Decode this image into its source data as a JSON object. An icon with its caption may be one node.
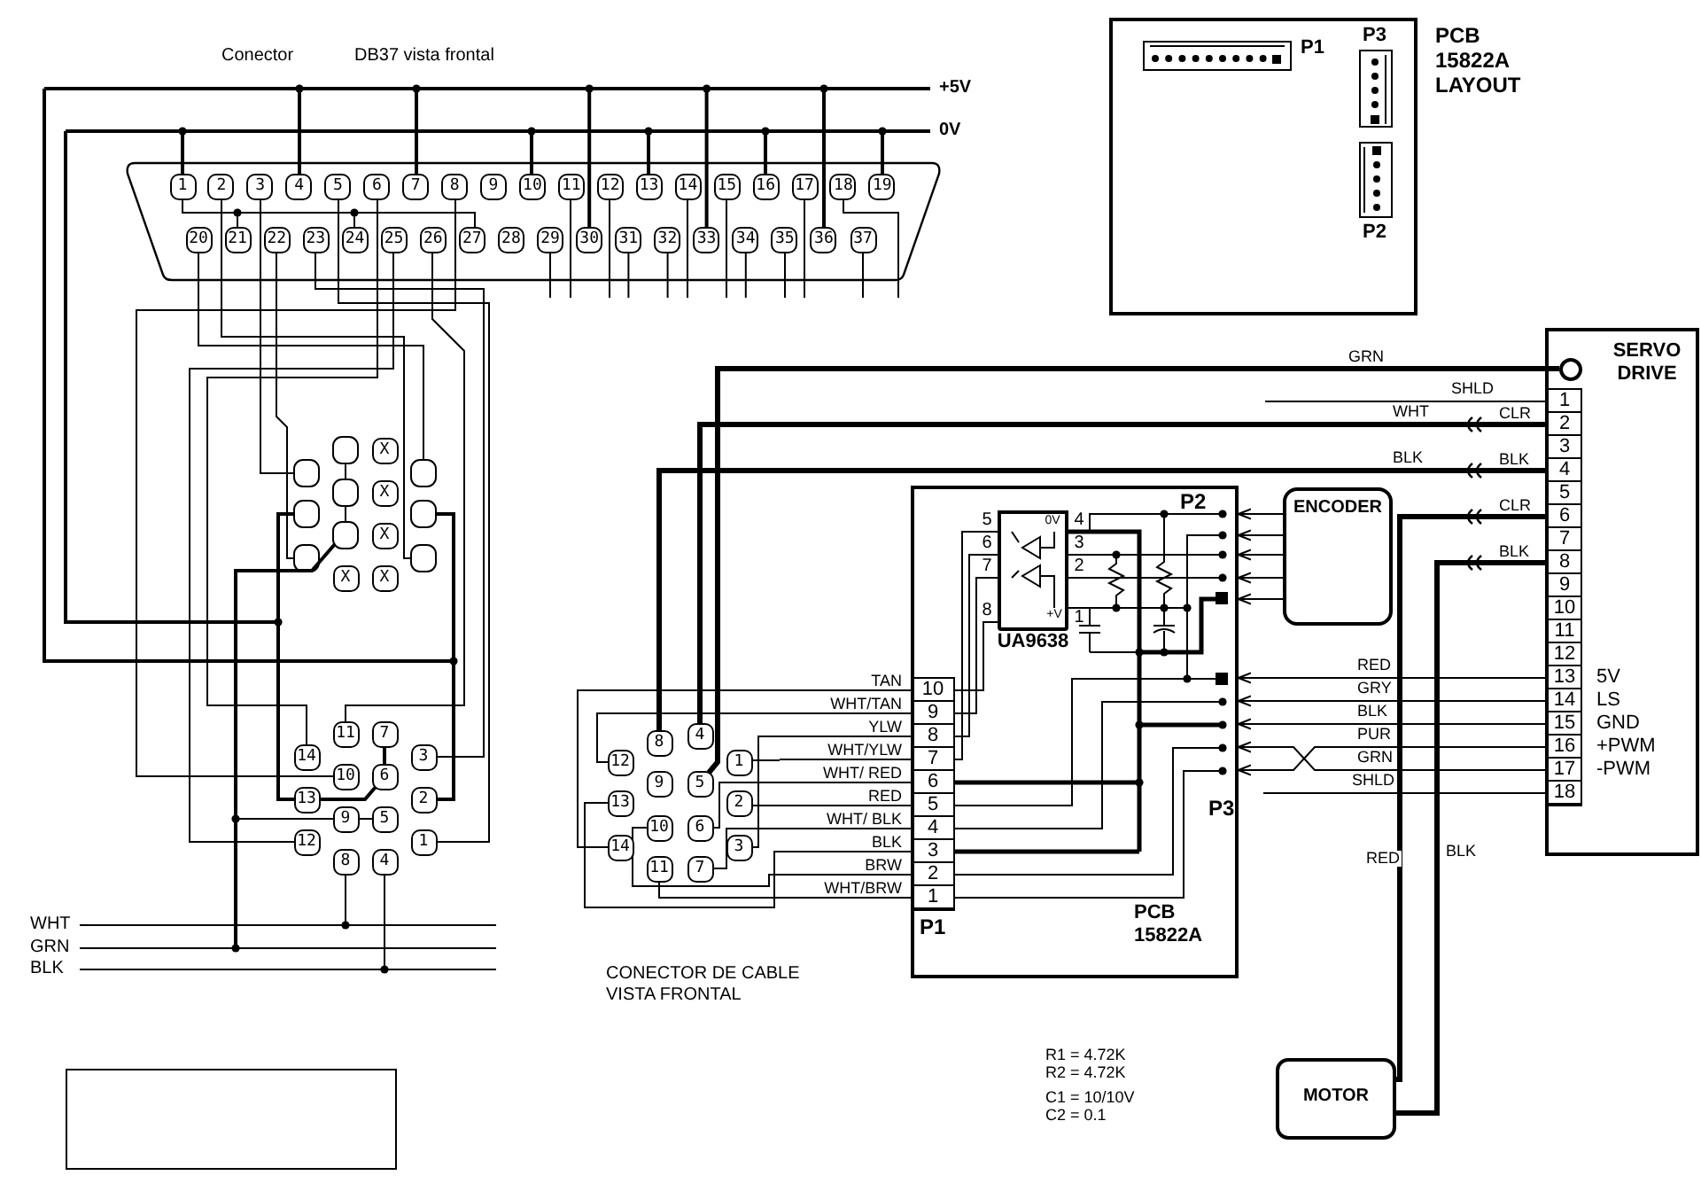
{
  "diagram": {
    "nodes": [
      {
        "text": [],
        "shape": "trapezoid"
      },
      {
        "text": [
          "PCB 15822A LAYOUT"
        ]
      },
      {
        "text": [],
        "shape": "box",
        "in": 1,
        "beside": [
          "P1"
        ]
      },
      {
        "text": [],
        "shape": "box",
        "in": 1,
        "beside": [
          "P3"
        ]
      },
      {
        "text": [],
        "shape": "box",
        "in": 1,
        "beside": [
          "P2"
        ]
      },
      {
        "text": [
          "SERVO DRIVE"
        ]
      },
      {
        "text": [],
        "shape": "circle",
        "in": 5
      },
      {
        "text": [
          "1",
          "2",
          "3",
          "4",
          "5",
          "6",
          "7",
          "8",
          "9",
          "10",
          "11",
          "12",
          "13",
          "14",
          "15",
          "16",
          "17",
          "18"
        ],
        "in": 5,
        "beside": [
          "5V",
          "LS",
          "GND",
          "+PWM",
          "-PWM"
        ]
      },
      {
        "text": [
          "P2",
          "P3",
          "P1",
          "PCB 15822A"
        ]
      },
      {
        "text": [
          "UA9638"
        ],
        "in": 8,
        "beside": [
          "5",
          "6",
          "7",
          "8",
          "4",
          "3",
          "2",
          "1"
        ]
      },
      {
        "text": [
          "10",
          "9",
          "8",
          "7",
          "6",
          "5",
          "4",
          "3",
          "2",
          "1"
        ],
        "in": 8
      },
      {
        "text": [
          "ENCODER"
        ]
      },
      {
        "text": [
          "CONECTOR DE CABLE VISTA FRONTAL"
        ]
      },
      {
        "text": [
          "MOTOR"
        ]
      },
      {
        "text": [],
        "shape": "box"
      }
    ],
    "edges": [
      {
        "from": 11,
        "to": 8,
        "arrow": "to"
      },
      {
        "from": 11,
        "to": 8,
        "arrow": "to"
      },
      {
        "from": 11,
        "to": 8,
        "arrow": "to"
      },
      {
        "from": 11,
        "to": 8,
        "arrow": "to"
      },
      {
        "from": 11,
        "to": 8,
        "arrow": "to"
      },
      {
        "from": null,
        "to": 7,
        "arrow": "none",
        "label": "SHLD"
      },
      {
        "from": 12,
        "to": 6,
        "arrow": "none",
        "label": "GRN",
        "style": "thick"
      },
      {
        "from": 12,
        "to": 7,
        "arrow": "none",
        "label": "WHT",
        "style": "thick"
      },
      {
        "from": 12,
        "to": 7,
        "arrow": "none",
        "label": "BLK",
        "style": "thick"
      },
      {
        "from": 7,
        "to": 13,
        "arrow": "none",
        "label": "RED",
        "style": "thick"
      },
      {
        "from": 7,
        "to": 13,
        "arrow": "none",
        "label": "BLK",
        "style": "thick"
      },
      {
        "from": 7,
        "to": 8,
        "arrow": "to",
        "label": "RED"
      },
      {
        "from": 7,
        "to": 8,
        "arrow": "to",
        "label": "GRY"
      },
      {
        "from": 7,
        "to": 8,
        "arrow": "to",
        "label": "BLK"
      },
      {
        "from": 7,
        "to": 8,
        "arrow": "to",
        "label": "PUR"
      },
      {
        "from": 7,
        "to": 8,
        "arrow": "to",
        "label": "GRN"
      },
      {
        "from": null,
        "to": 7,
        "arrow": "none",
        "label": "SHLD"
      },
      {
        "from": 12,
        "to": 10,
        "arrow": "none",
        "label": "TAN"
      },
      {
        "from": 12,
        "to": 10,
        "arrow": "none",
        "label": "WHT/TAN"
      },
      {
        "from": 12,
        "to": 10,
        "arrow": "none",
        "label": "YLW"
      },
      {
        "from": 12,
        "to": 10,
        "arrow": "none",
        "label": "WHT/YLW"
      },
      {
        "from": 12,
        "to": 10,
        "arrow": "none",
        "label": "WHT/ RED"
      },
      {
        "from": 12,
        "to": 10,
        "arrow": "none",
        "label": "RED"
      },
      {
        "from": 12,
        "to": 10,
        "arrow": "none",
        "label": "WHT/ BLK"
      },
      {
        "from": 12,
        "to": 10,
        "arrow": "none",
        "label": "BLK"
      },
      {
        "from": 12,
        "to": 10,
        "arrow": "none",
        "label": "BRW"
      },
      {
        "from": 12,
        "to": 10,
        "arrow": "none",
        "label": "WHT/BRW"
      },
      {
        "from": 10,
        "to": 9,
        "arrow": "none"
      },
      {
        "from": 10,
        "to": 9,
        "arrow": "none"
      },
      {
        "from": 10,
        "to": 9,
        "arrow": "none"
      },
      {
        "from": 10,
        "to": 9,
        "arrow": "none"
      }
    ],
    "labels": [
      "Conector",
      "DB37 vista frontal",
      "1",
      "2",
      "3",
      "4",
      "5",
      "6",
      "7",
      "8",
      "9",
      "10",
      "11",
      "12",
      "13",
      "14",
      "15",
      "16",
      "17",
      "18",
      "19",
      "20",
      "21",
      "22",
      "23",
      "24",
      "25",
      "26",
      "27",
      "28",
      "29",
      "30",
      "31",
      "32",
      "33",
      "34",
      "35",
      "36",
      "37",
      "+5V",
      "0V",
      "X",
      "X",
      "X",
      "X",
      "X",
      "11",
      "7",
      "14",
      "3",
      "10",
      "6",
      "13",
      "2",
      "9",
      "5",
      "12",
      "1",
      "8",
      "4",
      "WHT",
      "GRN",
      "BLK",
      "CLR",
      "BLK",
      "CLR",
      "BLK",
      "0V",
      "+V",
      "8",
      "4",
      "12",
      "1",
      "9",
      "5",
      "13",
      "2",
      "10",
      "6",
      "14",
      "3",
      "11",
      "7",
      "R1 = 4.72K",
      "R2 = 4.72K",
      "C1 = 10/10V",
      "C2 = 0.1"
    ]
  }
}
